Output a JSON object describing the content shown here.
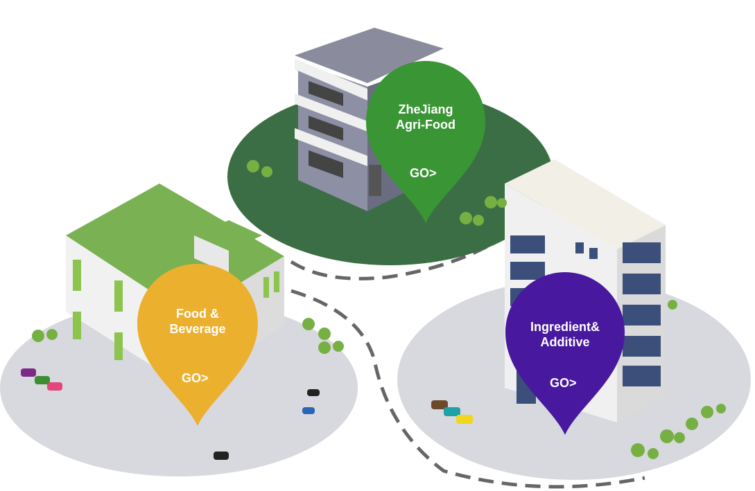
{
  "colors": {
    "agri": "#3a9535",
    "food": "#ecb02f",
    "ingredient": "#48199e",
    "island_green": "#3b6e44",
    "island_gray": "#d8d8df",
    "path": "#666666"
  },
  "pins": [
    {
      "id": "agri",
      "line1": "ZheJiang",
      "line2": "Agri-Food",
      "go": "GO>"
    },
    {
      "id": "food",
      "line1": "Food &",
      "line2": "Beverage",
      "go": "GO>"
    },
    {
      "id": "ingredient",
      "line1": "Ingredient&",
      "line2": "Additive",
      "go": "GO>"
    }
  ]
}
